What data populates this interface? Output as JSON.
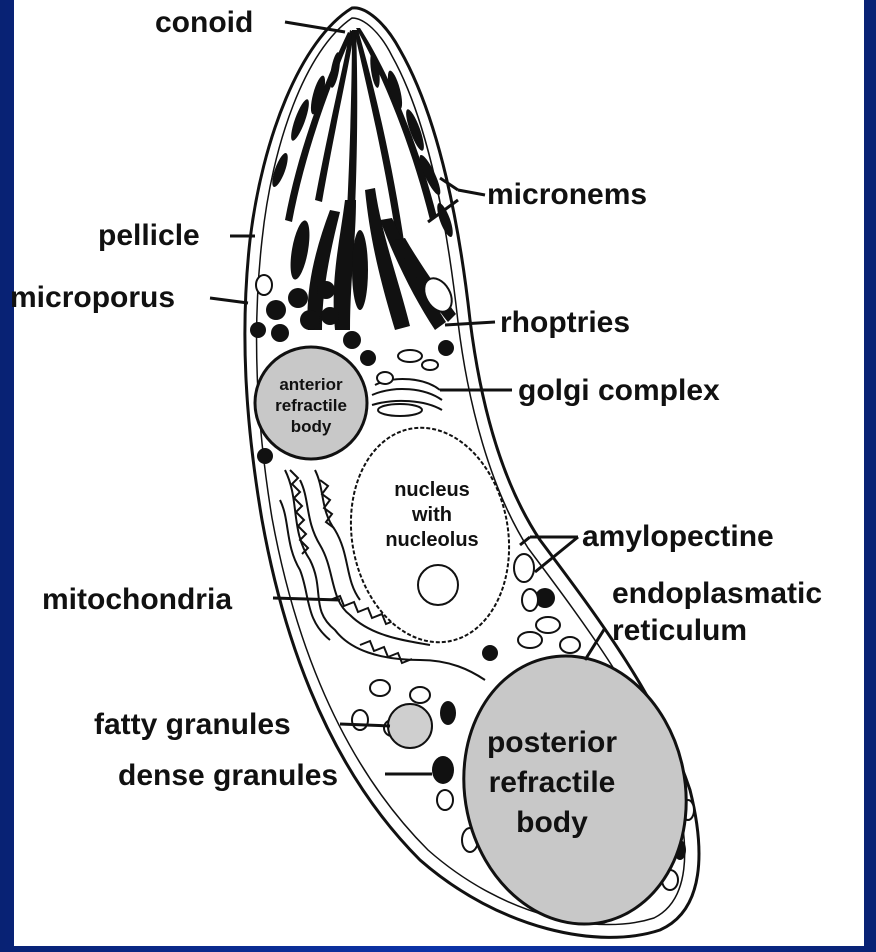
{
  "labels": {
    "conoid": "conoid",
    "micronems": "micronems",
    "pellicle": "pellicle",
    "microporus": "microporus",
    "rhoptries": "rhoptries",
    "golgi": "golgi complex",
    "amylopectine": "amylopectine",
    "mitochondria": "mitochondria",
    "er_line1": "endoplasmatic",
    "er_line2": "reticulum",
    "fatty": "fatty granules",
    "dense": "dense granules"
  },
  "inner": {
    "anterior": [
      "anterior",
      "refractile",
      "body"
    ],
    "nucleus": [
      "nucleus",
      "with",
      "nucleolus"
    ],
    "posterior": [
      "posterior",
      "refractile",
      "body"
    ]
  },
  "colors": {
    "background": "#0a2a8c",
    "panel": "#ffffff",
    "body_fill": "#c8c8c8",
    "ink": "#111111"
  }
}
